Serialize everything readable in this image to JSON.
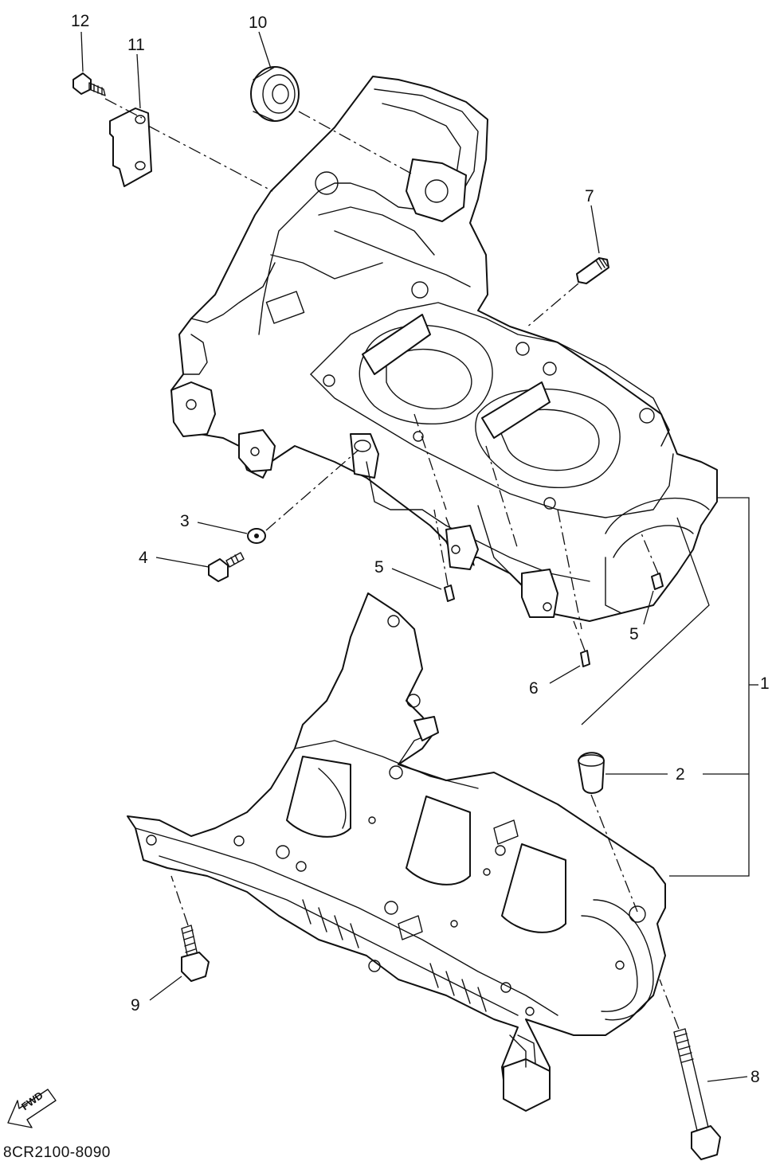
{
  "diagram_code": "8CR2100-8090",
  "fwd_label": "FWD",
  "callouts": {
    "c1": "1",
    "c2": "2",
    "c3": "3",
    "c4": "4",
    "c5a": "5",
    "c5b": "5",
    "c6": "6",
    "c7": "7",
    "c8": "8",
    "c9": "9",
    "c10": "10",
    "c11": "11",
    "c12": "12"
  },
  "icons": {
    "fwd_arrow": "fwd-arrow-icon"
  }
}
